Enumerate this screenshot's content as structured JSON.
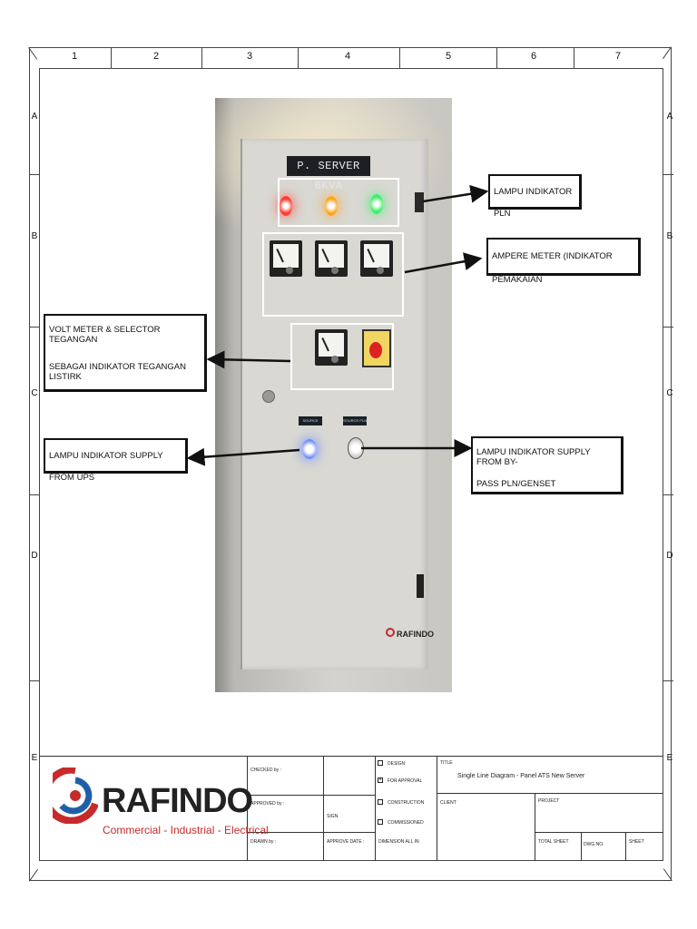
{
  "grid": {
    "columns": [
      "1",
      "2",
      "3",
      "4",
      "5",
      "6",
      "7"
    ],
    "rows": [
      "A",
      "B",
      "C",
      "D",
      "E"
    ]
  },
  "photo": {
    "nameplate": "P. SERVER 6KVA",
    "label_left": "SOURCE UPS",
    "label_right": "SOURCE PLN",
    "brand": "RAFINDO",
    "indicator_colors": [
      "#ff3b2f",
      "#ffa51f",
      "#3ef06a"
    ]
  },
  "callouts": {
    "lampu_pln": "LAMPU INDIKATOR PLN",
    "ampere_meter": "AMPERE METER (INDIKATOR PEMAKAIAN",
    "volt_meter_line1": "VOLT METER & SELECTOR TEGANGAN",
    "volt_meter_line2": "SEBAGAI INDIKATOR TEGANGAN LISTIRK",
    "supply_ups": "LAMPU INDIKATOR SUPPLY FROM UPS",
    "supply_bypass_line1": "LAMPU INDIKATOR SUPPLY FROM BY-",
    "supply_bypass_line2": "PASS PLN/GENSET"
  },
  "title_block": {
    "company": "RAFINDO",
    "tagline": "Commercial - Industrial - Electrical",
    "checked_by": "CHECKED by :",
    "approved_by": "APPROVED by :",
    "drawn_by": "DRAWN by :",
    "sign": "SIGN.",
    "approve_date": "APPROVE DATE :",
    "dimension": "DIMENSION ALL IN",
    "design": "DESIGN",
    "for_approval": "FOR APPROVAL",
    "construction": "CONSTRUCTION",
    "commissioned": "COMMISSIONED",
    "title_label": "TITLE",
    "title_value": "Single Line Diagram - Panel ATS New Server",
    "client": "CLIENT",
    "project": "PROJECT",
    "total_sheet": "TOTAL SHEET",
    "dwg_no": "DWG NO.",
    "sheet": "SHEET",
    "brand_colors": [
      "#c62a2a",
      "#1f5fa8"
    ]
  }
}
